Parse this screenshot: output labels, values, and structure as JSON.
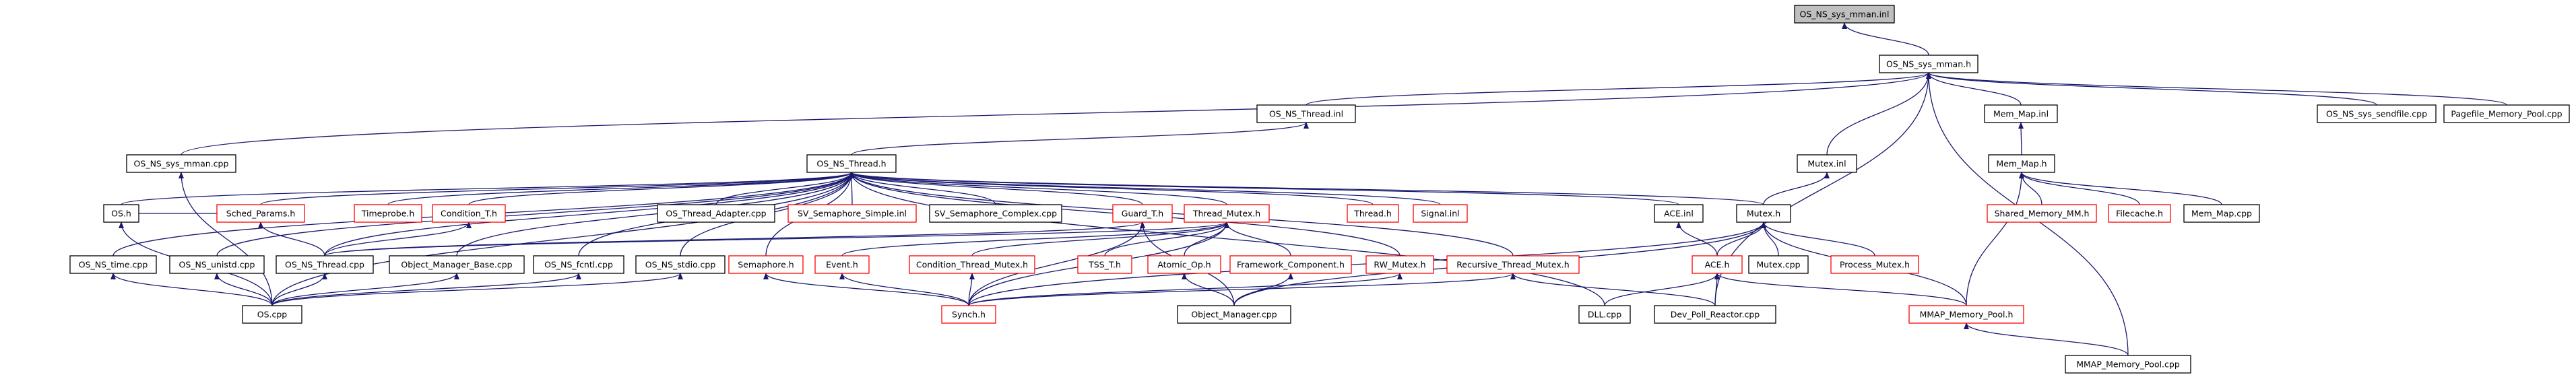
{
  "diagram": {
    "type": "include-dependency-graph",
    "colors": {
      "edge": "#191970",
      "root_fill": "#bfbfbf",
      "incomplete_border": "#ff0000",
      "node_border": "#000000"
    },
    "nodes": [
      {
        "id": "root",
        "label": "OS_NS_sys_mman.inl",
        "style": "root"
      },
      {
        "id": "sys_mman_h",
        "label": "OS_NS_sys_mman.h",
        "style": "black"
      },
      {
        "id": "thread_inl",
        "label": "OS_NS_Thread.inl",
        "style": "black"
      },
      {
        "id": "mem_map_inl",
        "label": "Mem_Map.inl",
        "style": "black"
      },
      {
        "id": "sendfile_cpp",
        "label": "OS_NS_sys_sendfile.cpp",
        "style": "black"
      },
      {
        "id": "pagefile_cpp",
        "label": "Pagefile_Memory_Pool.cpp",
        "style": "black"
      },
      {
        "id": "sys_mman_cpp",
        "label": "OS_NS_sys_mman.cpp",
        "style": "black"
      },
      {
        "id": "thread_h",
        "label": "OS_NS_Thread.h",
        "style": "black"
      },
      {
        "id": "mutex_inl",
        "label": "Mutex.inl",
        "style": "black"
      },
      {
        "id": "mem_map_h",
        "label": "Mem_Map.h",
        "style": "black"
      },
      {
        "id": "os_h",
        "label": "OS.h",
        "style": "black"
      },
      {
        "id": "sched_params_h",
        "label": "Sched_Params.h",
        "style": "red"
      },
      {
        "id": "timeprobe_h",
        "label": "Timeprobe.h",
        "style": "red"
      },
      {
        "id": "condition_t_h",
        "label": "Condition_T.h",
        "style": "red"
      },
      {
        "id": "thread_adapter_cpp",
        "label": "OS_Thread_Adapter.cpp",
        "style": "black"
      },
      {
        "id": "sv_sem_simple_inl",
        "label": "SV_Semaphore_Simple.inl",
        "style": "red"
      },
      {
        "id": "sv_sem_complex_cpp",
        "label": "SV_Semaphore_Complex.cpp",
        "style": "black"
      },
      {
        "id": "guard_t_h",
        "label": "Guard_T.h",
        "style": "red"
      },
      {
        "id": "thread_mutex_h",
        "label": "Thread_Mutex.h",
        "style": "red"
      },
      {
        "id": "thread_h2",
        "label": "Thread.h",
        "style": "red"
      },
      {
        "id": "signal_inl",
        "label": "Signal.inl",
        "style": "red"
      },
      {
        "id": "ace_inl",
        "label": "ACE.inl",
        "style": "black"
      },
      {
        "id": "mutex_h",
        "label": "Mutex.h",
        "style": "black"
      },
      {
        "id": "shared_memory_mm_h",
        "label": "Shared_Memory_MM.h",
        "style": "red"
      },
      {
        "id": "filecache_h",
        "label": "Filecache.h",
        "style": "red"
      },
      {
        "id": "mem_map_cpp",
        "label": "Mem_Map.cpp",
        "style": "black"
      },
      {
        "id": "time_cpp",
        "label": "OS_NS_time.cpp",
        "style": "black"
      },
      {
        "id": "unistd_cpp",
        "label": "OS_NS_unistd.cpp",
        "style": "black"
      },
      {
        "id": "thread_cpp",
        "label": "OS_NS_Thread.cpp",
        "style": "black"
      },
      {
        "id": "obj_mgr_base_cpp",
        "label": "Object_Manager_Base.cpp",
        "style": "black"
      },
      {
        "id": "fcntl_cpp",
        "label": "OS_NS_fcntl.cpp",
        "style": "black"
      },
      {
        "id": "stdio_cpp",
        "label": "OS_NS_stdio.cpp",
        "style": "black"
      },
      {
        "id": "semaphore_h",
        "label": "Semaphore.h",
        "style": "red"
      },
      {
        "id": "event_h",
        "label": "Event.h",
        "style": "red"
      },
      {
        "id": "cond_thread_mutex_h",
        "label": "Condition_Thread_Mutex.h",
        "style": "red"
      },
      {
        "id": "tss_t_h",
        "label": "TSS_T.h",
        "style": "red"
      },
      {
        "id": "atomic_op_h",
        "label": "Atomic_Op.h",
        "style": "red"
      },
      {
        "id": "framework_comp_h",
        "label": "Framework_Component.h",
        "style": "red"
      },
      {
        "id": "rw_mutex_h",
        "label": "RW_Mutex.h",
        "style": "red"
      },
      {
        "id": "recursive_thread_mutex_h",
        "label": "Recursive_Thread_Mutex.h",
        "style": "red"
      },
      {
        "id": "ace_h",
        "label": "ACE.h",
        "style": "red"
      },
      {
        "id": "mutex_cpp",
        "label": "Mutex.cpp",
        "style": "black"
      },
      {
        "id": "process_mutex_h",
        "label": "Process_Mutex.h",
        "style": "red"
      },
      {
        "id": "os_cpp",
        "label": "OS.cpp",
        "style": "black"
      },
      {
        "id": "synch_h",
        "label": "Synch.h",
        "style": "red"
      },
      {
        "id": "obj_mgr_cpp",
        "label": "Object_Manager.cpp",
        "style": "black"
      },
      {
        "id": "dll_cpp",
        "label": "DLL.cpp",
        "style": "black"
      },
      {
        "id": "dev_poll_cpp",
        "label": "Dev_Poll_Reactor.cpp",
        "style": "black"
      },
      {
        "id": "mmap_pool_h",
        "label": "MMAP_Memory_Pool.h",
        "style": "red"
      },
      {
        "id": "mmap_pool_cpp",
        "label": "MMAP_Memory_Pool.cpp",
        "style": "black"
      }
    ],
    "edges": [
      [
        "sys_mman_h",
        "root"
      ],
      [
        "thread_inl",
        "sys_mman_h"
      ],
      [
        "mem_map_inl",
        "sys_mman_h"
      ],
      [
        "sendfile_cpp",
        "sys_mman_h"
      ],
      [
        "pagefile_cpp",
        "sys_mman_h"
      ],
      [
        "sys_mman_cpp",
        "sys_mman_h"
      ],
      [
        "mutex_inl",
        "sys_mman_h"
      ],
      [
        "dev_poll_cpp",
        "sys_mman_h"
      ],
      [
        "mmap_pool_cpp",
        "sys_mman_h"
      ],
      [
        "thread_h",
        "thread_inl"
      ],
      [
        "mem_map_h",
        "mem_map_inl"
      ],
      [
        "mutex_h",
        "mutex_inl"
      ],
      [
        "os_h",
        "thread_h"
      ],
      [
        "sched_params_h",
        "thread_h"
      ],
      [
        "timeprobe_h",
        "thread_h"
      ],
      [
        "condition_t_h",
        "thread_h"
      ],
      [
        "thread_adapter_cpp",
        "thread_h"
      ],
      [
        "sv_sem_simple_inl",
        "thread_h"
      ],
      [
        "sv_sem_complex_cpp",
        "thread_h"
      ],
      [
        "guard_t_h",
        "thread_h"
      ],
      [
        "thread_mutex_h",
        "thread_h"
      ],
      [
        "thread_h2",
        "thread_h"
      ],
      [
        "signal_inl",
        "thread_h"
      ],
      [
        "ace_inl",
        "thread_h"
      ],
      [
        "mutex_h",
        "thread_h"
      ],
      [
        "time_cpp",
        "thread_h"
      ],
      [
        "unistd_cpp",
        "thread_h"
      ],
      [
        "thread_cpp",
        "thread_h"
      ],
      [
        "obj_mgr_base_cpp",
        "thread_h"
      ],
      [
        "fcntl_cpp",
        "thread_h"
      ],
      [
        "stdio_cpp",
        "thread_h"
      ],
      [
        "semaphore_h",
        "thread_h"
      ],
      [
        "rw_mutex_h",
        "thread_h"
      ],
      [
        "recursive_thread_mutex_h",
        "thread_h"
      ],
      [
        "dll_cpp",
        "thread_h"
      ],
      [
        "os_cpp",
        "thread_h"
      ],
      [
        "shared_memory_mm_h",
        "mem_map_h"
      ],
      [
        "filecache_h",
        "mem_map_h"
      ],
      [
        "mem_map_cpp",
        "mem_map_h"
      ],
      [
        "mmap_pool_h",
        "mem_map_h"
      ],
      [
        "sched_params_h",
        "os_h"
      ],
      [
        "os_cpp",
        "os_h"
      ],
      [
        "os_cpp",
        "sys_mman_cpp"
      ],
      [
        "thread_cpp",
        "sched_params_h"
      ],
      [
        "thread_cpp",
        "condition_t_h"
      ],
      [
        "thread_cpp",
        "guard_t_h"
      ],
      [
        "synch_h",
        "guard_t_h"
      ],
      [
        "obj_mgr_cpp",
        "guard_t_h"
      ],
      [
        "event_h",
        "thread_mutex_h"
      ],
      [
        "cond_thread_mutex_h",
        "thread_mutex_h"
      ],
      [
        "tss_t_h",
        "thread_mutex_h"
      ],
      [
        "atomic_op_h",
        "thread_mutex_h"
      ],
      [
        "framework_comp_h",
        "thread_mutex_h"
      ],
      [
        "synch_h",
        "thread_mutex_h"
      ],
      [
        "thread_cpp",
        "thread_mutex_h"
      ],
      [
        "ace_h",
        "ace_inl"
      ],
      [
        "ace_h",
        "mutex_h"
      ],
      [
        "mutex_cpp",
        "mutex_h"
      ],
      [
        "process_mutex_h",
        "mutex_h"
      ],
      [
        "synch_h",
        "mutex_h"
      ],
      [
        "obj_mgr_cpp",
        "mutex_h"
      ],
      [
        "mmap_pool_h",
        "mutex_h"
      ],
      [
        "dll_cpp",
        "ace_h"
      ],
      [
        "dev_poll_cpp",
        "ace_h"
      ],
      [
        "mmap_pool_h",
        "ace_h"
      ],
      [
        "mmap_pool_cpp",
        "mmap_pool_h"
      ],
      [
        "os_cpp",
        "time_cpp"
      ],
      [
        "os_cpp",
        "unistd_cpp"
      ],
      [
        "os_cpp",
        "thread_cpp"
      ],
      [
        "os_cpp",
        "obj_mgr_base_cpp"
      ],
      [
        "os_cpp",
        "fcntl_cpp"
      ],
      [
        "os_cpp",
        "stdio_cpp"
      ],
      [
        "synch_h",
        "semaphore_h"
      ],
      [
        "synch_h",
        "event_h"
      ],
      [
        "synch_h",
        "cond_thread_mutex_h"
      ],
      [
        "synch_h",
        "rw_mutex_h"
      ],
      [
        "synch_h",
        "recursive_thread_mutex_h"
      ],
      [
        "obj_mgr_cpp",
        "atomic_op_h"
      ],
      [
        "obj_mgr_cpp",
        "framework_comp_h"
      ],
      [
        "dev_poll_cpp",
        "recursive_thread_mutex_h"
      ]
    ]
  }
}
